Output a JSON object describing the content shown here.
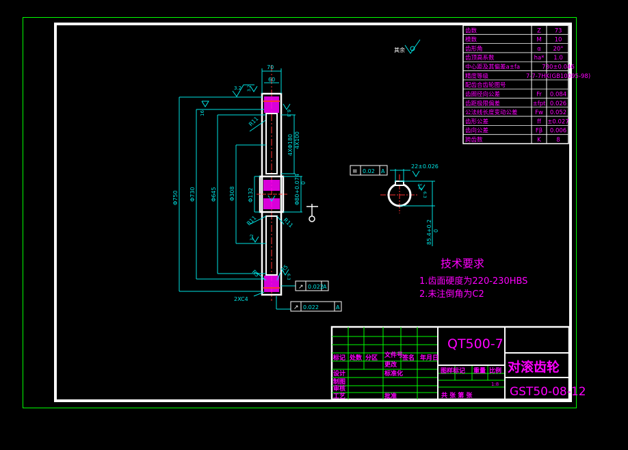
{
  "drawing": {
    "title_material": "QT500-7",
    "title_name": "对滚齿轮",
    "drawing_number": "GST50-08-12",
    "scale": "1:8"
  },
  "params": [
    {
      "name": "齿数",
      "sym": "Z",
      "val": "73"
    },
    {
      "name": "模数",
      "sym": "M",
      "val": "10"
    },
    {
      "name": "齿形角",
      "sym": "α",
      "val": "20°"
    },
    {
      "name": "齿顶高系数",
      "sym": "ha*",
      "val": "1.0"
    },
    {
      "name": "中心距及其偏差a±fa",
      "sym": "",
      "val": "730±0.046"
    },
    {
      "name": "精度等级",
      "sym": "",
      "val": "7-7-7HK(GB10095-98)"
    },
    {
      "name": "配齿合齿轮图号",
      "sym": "",
      "val": ""
    },
    {
      "name": "齿圈径向公差",
      "sym": "Fr",
      "val": "0.084"
    },
    {
      "name": "齿距极限偏差",
      "sym": "±fpt",
      "val": "0.026"
    },
    {
      "name": "公法线长度变动公差",
      "sym": "Fw",
      "val": "0.052"
    },
    {
      "name": "齿形公差",
      "sym": "ff",
      "val": "±0.027"
    },
    {
      "name": "齿向公差",
      "sym": "Fβ",
      "val": "0.006"
    },
    {
      "name": "跨齿数",
      "sym": "K",
      "val": "8"
    }
  ],
  "tech": {
    "heading": "技术要求",
    "line1": "1.齿面硬度为220-230HBS",
    "line2": "2.未注倒角为C2"
  },
  "dims": {
    "d70": "70",
    "d60": "60",
    "phi750": "Φ750",
    "phi730": "Φ730",
    "phi645": "Φ645",
    "phi308": "Φ308",
    "phi132": "Φ132",
    "phi80": "Φ80+0.074",
    "phi80b": "0",
    "d4x180": "4XΦ180",
    "d4x100": "4X100",
    "key22": "22±0.026",
    "key85": "85.4+0.2",
    "key85b": "0",
    "r11a": "R11",
    "r11b": "R11",
    "r11c": "R11",
    "r5a": "R5",
    "r5b": "R5",
    "chamfer": "2XC4",
    "rough32a": "3.2",
    "rough16a": "16",
    "rough63a": "6.3",
    "rough16b": "16",
    "rough32b": "3.2",
    "rough32c": "3.2",
    "rough63b": "6.3",
    "rough_rest": "其余",
    "tol1_val": "0.022",
    "tol1_ref": "A",
    "tol2_val": "0.022",
    "tol2_ref": "A",
    "tol3_val": "0.02",
    "tol3_ref": "A",
    "datum_a": "A"
  },
  "title_block": {
    "h_mark": "标记",
    "h_count": "处数",
    "h_zone": "分区",
    "h_doc": "文件号",
    "h_change": "更改",
    "h_sign": "签名",
    "h_date": "年月日",
    "h_design": "设计",
    "h_std": "标准化",
    "h_check": "审核",
    "h_proc": "工艺",
    "h_drafter": "制图",
    "h_approve": "批准",
    "h_stage": "图样标记",
    "h_weight": "重量",
    "h_ratio": "比例",
    "sheets": "共   张   第   张"
  }
}
